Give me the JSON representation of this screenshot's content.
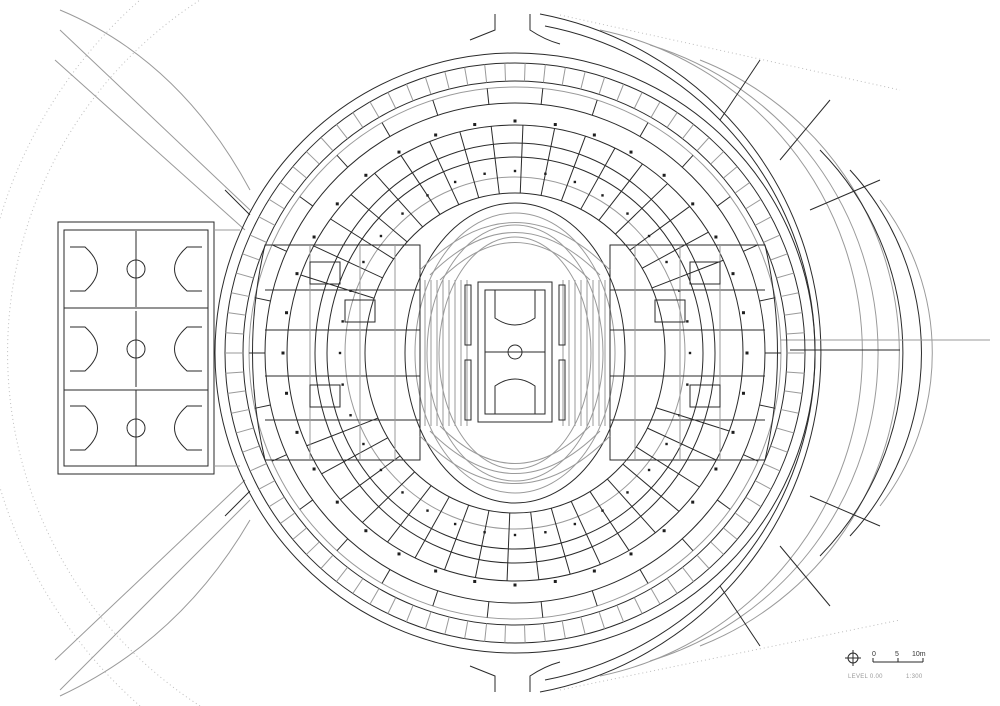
{
  "legend": {
    "scale_bar_labels": [
      "0",
      "5",
      "10m"
    ],
    "level": "LEVEL 0.00",
    "ratio": "1:300",
    "north_icon": "north-arrow-icon"
  }
}
